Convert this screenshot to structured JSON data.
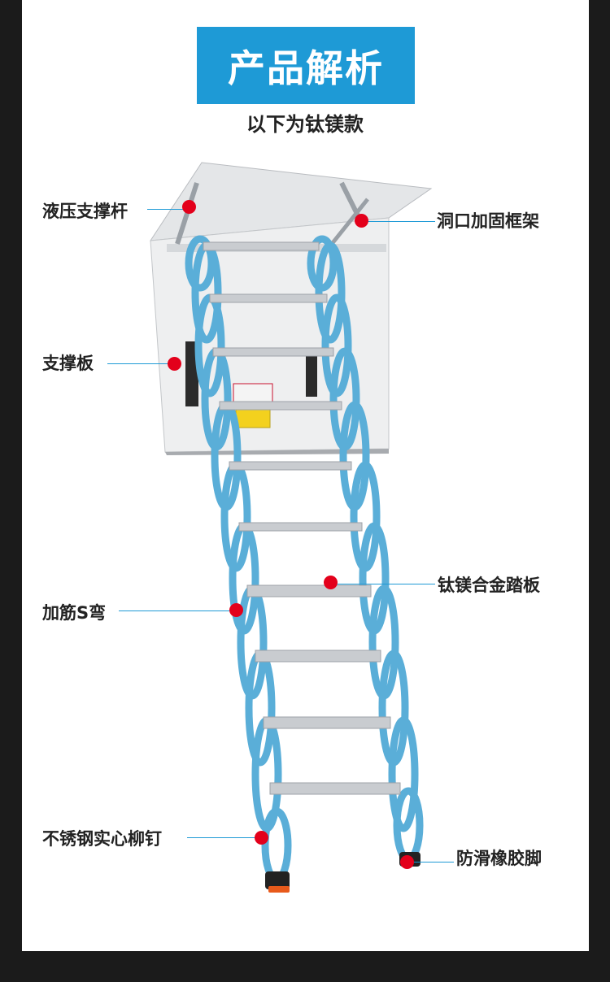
{
  "header": {
    "title": "产品解析",
    "subtitle": "以下为钛镁款"
  },
  "callouts": {
    "hydraulic_rod": "液压支撑杆",
    "opening_frame": "洞口加固框架",
    "support_plate": "支撑板",
    "tread": "钛镁合金踏板",
    "s_bend": "加筋S弯",
    "rivet": "不锈钢实心柳钉",
    "foot": "防滑橡胶脚"
  },
  "colors": {
    "accent": "#1e9ad6",
    "marker": "#e3001b",
    "ladder_frame": "#5aaed8",
    "tread": "#c9ccd0"
  }
}
